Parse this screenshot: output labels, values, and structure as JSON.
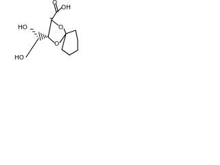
{
  "molecule": {
    "atom_labels": {
      "carboxyl_oh": "OH",
      "carboxyl_o": "O",
      "ring_o_upper": "O",
      "ring_o_lower": "O",
      "side_chain_ho": "HO",
      "terminal_ho": "HO"
    },
    "colors": {
      "bond": "#000000",
      "text": "#000000",
      "background": "#ffffff"
    }
  }
}
